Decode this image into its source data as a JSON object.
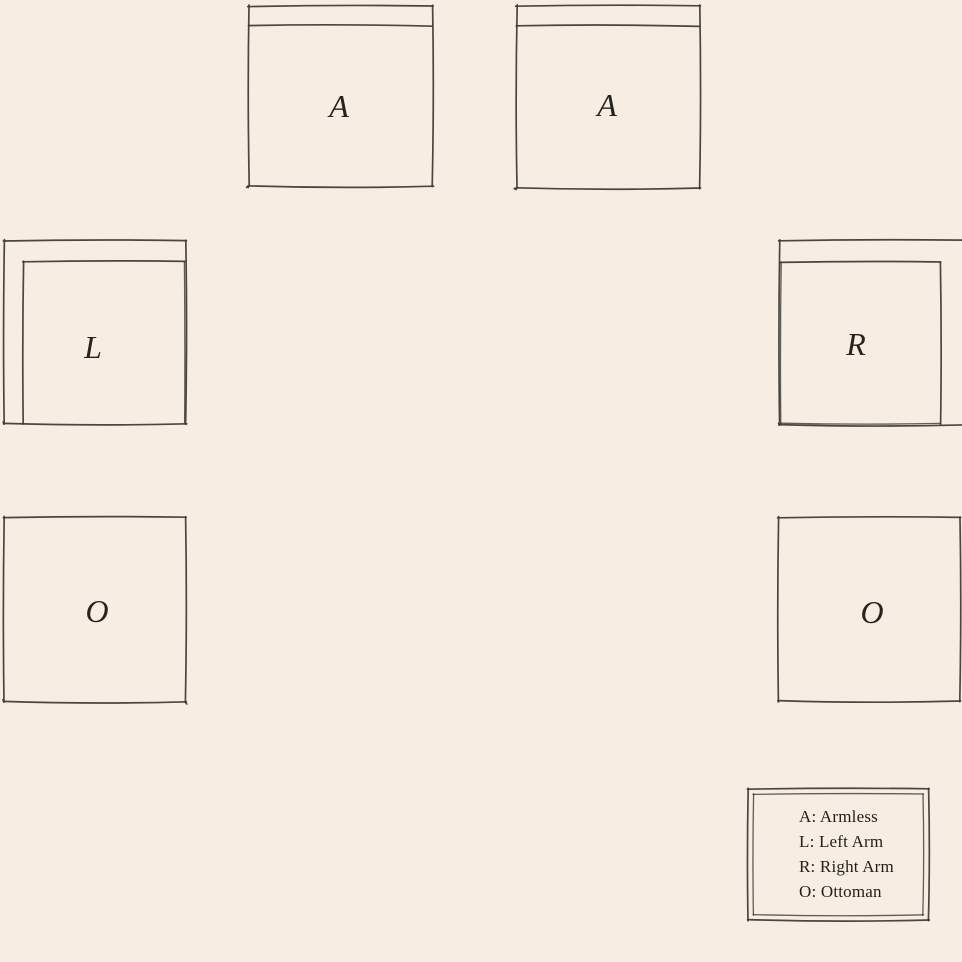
{
  "palette": {
    "background": "#f8ede3",
    "line": "#3b3834",
    "text": "#272420"
  },
  "modules": [
    {
      "label": "A",
      "type": "Armless"
    },
    {
      "label": "A",
      "type": "Armless"
    },
    {
      "label": "L",
      "type": "Left Arm"
    },
    {
      "label": "R",
      "type": "Right Arm"
    },
    {
      "label": "O",
      "type": "Ottoman"
    },
    {
      "label": "O",
      "type": "Ottoman"
    }
  ],
  "legend": {
    "items": [
      {
        "text": "A: Armless"
      },
      {
        "text": "L: Left Arm"
      },
      {
        "text": "R: Right Arm"
      },
      {
        "text": "O: Ottoman"
      }
    ]
  }
}
